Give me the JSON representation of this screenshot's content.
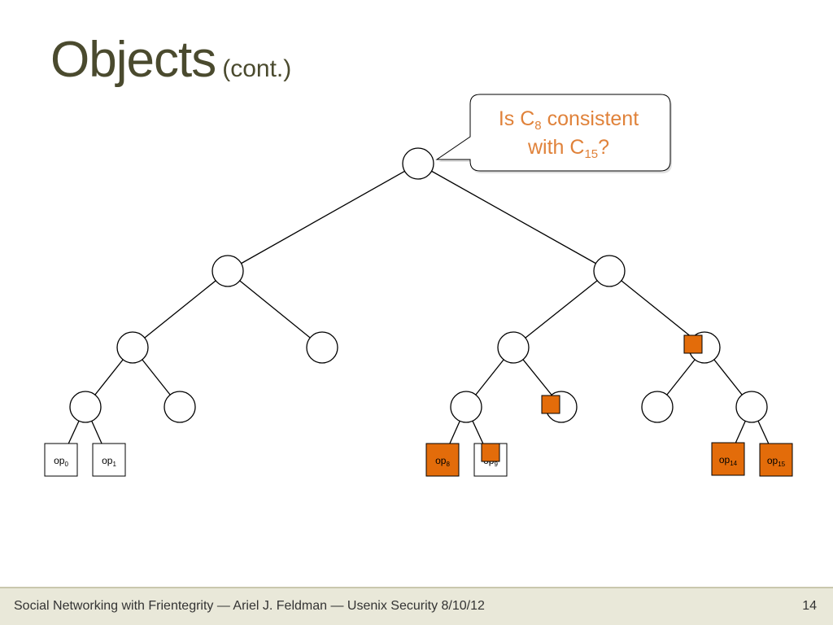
{
  "slide": {
    "title_main": "Objects",
    "title_sub": "(cont.)",
    "footer": "Social Networking with Frientegrity — Ariel J. Feldman — Usenix Security 8/10/12",
    "page_number": "14"
  },
  "callout": {
    "line1_pre": "Is C",
    "line1_sub": "8",
    "line1_post": " consistent",
    "line2_pre": "with C",
    "line2_sub": "15",
    "line2_post": "?"
  },
  "leaves": [
    {
      "base": "op",
      "sub": "0",
      "highlighted": false
    },
    {
      "base": "op",
      "sub": "1",
      "highlighted": false
    },
    {
      "base": "op",
      "sub": "8",
      "highlighted": true
    },
    {
      "base": "op",
      "sub": "9",
      "highlighted": false
    },
    {
      "base": "op",
      "sub": "14",
      "highlighted": true
    },
    {
      "base": "op",
      "sub": "15",
      "highlighted": true
    }
  ],
  "colors": {
    "highlight_fill": "#e36c0a",
    "callout_text": "#e0823a",
    "title_text": "#4a4a2e",
    "footer_bg": "#e9e8d9"
  }
}
